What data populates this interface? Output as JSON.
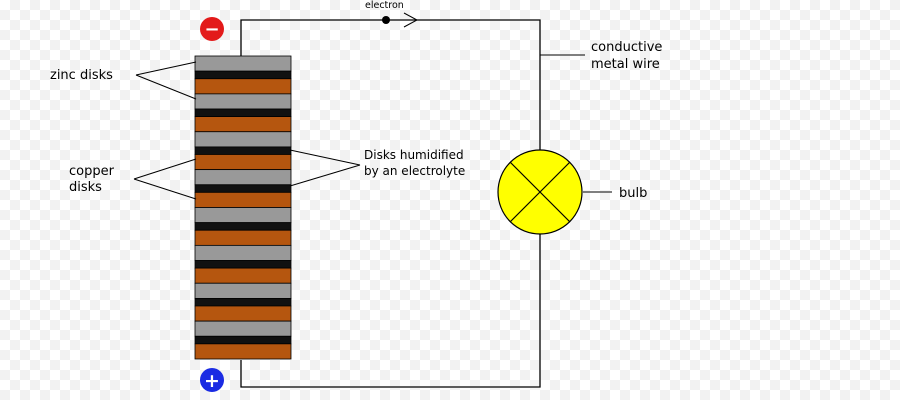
{
  "labels": {
    "electron": "electron",
    "conductive_wire": [
      "conductive",
      "metal wire"
    ],
    "zinc_disks": "zinc disks",
    "copper_disks": [
      "copper",
      "disks"
    ],
    "electrolyte": [
      "Disks humidified",
      "by an electrolyte"
    ],
    "bulb": "bulb",
    "negative_terminal": "−",
    "positive_terminal": "+"
  },
  "colors": {
    "zinc": "#999999",
    "copper": "#b5560f",
    "electrolyte_layer": "#111111",
    "bulb": "#ffff00",
    "negative": "#e31a1a",
    "positive": "#1a2be3"
  },
  "stack": {
    "cell_count": 8,
    "layer_order": [
      "zinc",
      "electrolyte",
      "copper"
    ]
  }
}
